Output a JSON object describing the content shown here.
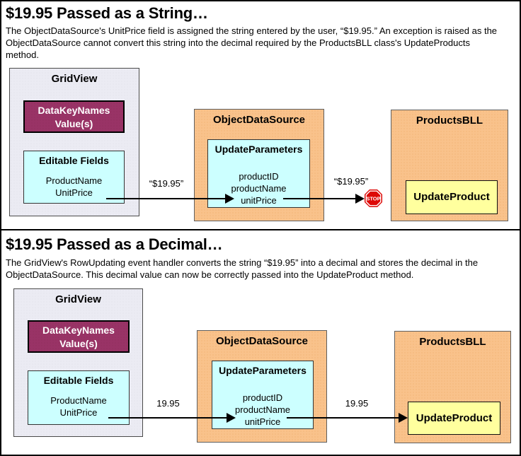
{
  "panels": [
    {
      "title": "$19.95 Passed as a String…",
      "desc_lines": [
        "The ObjectDataSource's UnitPrice field is assigned the string entered by the user, “$19.95.” An exception is raised as the",
        "ObjectDataSource cannot convert this string into the decimal required by the ProductsBLL class's UpdateProducts",
        "method."
      ],
      "gridview": {
        "title": "GridView",
        "datakey_line1": "DataKeyNames",
        "datakey_line2": "Value(s)",
        "editable_title": "Editable Fields",
        "fields": [
          "ProductName",
          "UnitPrice"
        ]
      },
      "ods": {
        "title": "ObjectDataSource",
        "params_title": "UpdateParameters",
        "params": [
          "productID",
          "productName",
          "unitPrice"
        ]
      },
      "bll": {
        "title": "ProductsBLL",
        "method": "UpdateProduct"
      },
      "arrow_left_label": "“$19.95”",
      "arrow_right_label": "“$19.95”",
      "stop_label": "STOP"
    },
    {
      "title": "$19.95 Passed as a Decimal…",
      "desc_lines": [
        "The GridView's RowUpdating event handler converts the string “$19.95” into a decimal and stores the decimal in the",
        "ObjectDataSource. This decimal value can now be correctly passed into the UpdateProduct method."
      ],
      "gridview": {
        "title": "GridView",
        "datakey_line1": "DataKeyNames",
        "datakey_line2": "Value(s)",
        "editable_title": "Editable Fields",
        "fields": [
          "ProductName",
          "UnitPrice"
        ]
      },
      "ods": {
        "title": "ObjectDataSource",
        "params_title": "UpdateParameters",
        "params": [
          "productID",
          "productName",
          "unitPrice"
        ]
      },
      "bll": {
        "title": "ProductsBLL",
        "method": "UpdateProduct"
      },
      "arrow_left_label": "19.95",
      "arrow_right_label": "19.95"
    }
  ],
  "colors": {
    "gridview_bg": "#ebebf3",
    "datakeynames_bg": "#993366",
    "cyan_bg": "#ccffff",
    "tan_bg": "#f9c28b",
    "yellow_bg": "#ffff9e",
    "stop_red": "#dd0806"
  }
}
